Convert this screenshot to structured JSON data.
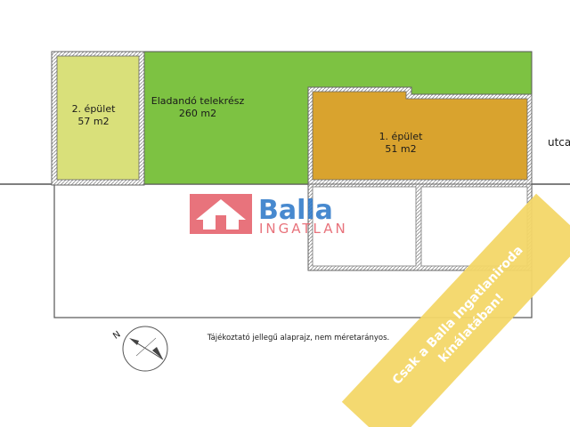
{
  "plan": {
    "building2": {
      "name": "2. épület",
      "area": "57 m2"
    },
    "plot": {
      "name": "Eladandó telekrész",
      "area": "260 m2"
    },
    "building1": {
      "name": "1. épület",
      "area": "51 m2"
    },
    "street": "utca",
    "note": "Tájékoztató jellegű alaprajz, nem méretarányos.",
    "compass_letter": "N"
  },
  "logo": {
    "brand": "Balla",
    "sub": "INGATLAN"
  },
  "banner": {
    "line1": "Csak a Balla Ingatlaniroda",
    "line2": "kínálatában!"
  },
  "colors": {
    "plot_green": "#7dc242",
    "building2_fill": "#d9e07a",
    "building1_fill": "#d9a32e",
    "banner_yellow": "#f3d768",
    "logo_red": "#e5606a",
    "logo_blue": "#2e79c9"
  }
}
